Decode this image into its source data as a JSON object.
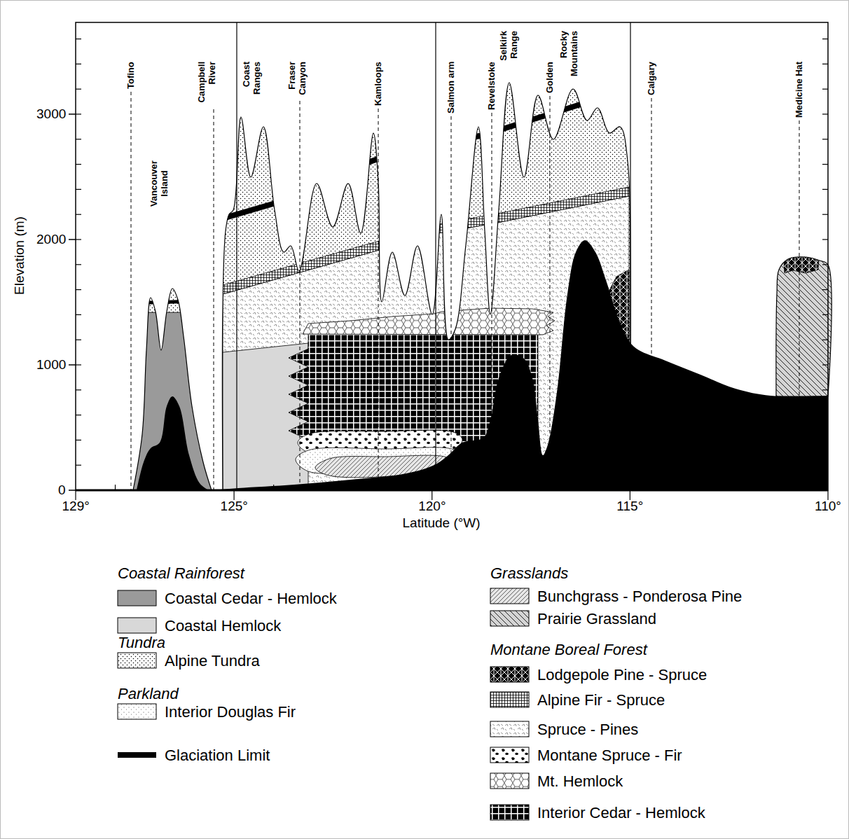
{
  "diagram": {
    "labels": [
      "Elevation (m)",
      "0",
      "1000",
      "2000",
      "3000",
      "129°",
      "125°",
      "120°",
      "115°",
      "110°",
      "Latitude (°W)",
      "Tofino",
      "Campbell River",
      "Coast Ranges",
      "Fraser Canyon",
      "Kamloops",
      "Salmon arm",
      "Revelstoke",
      "Selkirk Range",
      "Golden",
      "Rocky Mountains",
      "Calgary",
      "Medicine Hat",
      "Vancouver Island",
      "Coastal Rainforest",
      "Tundra",
      "Parkland",
      "Grasslands",
      "Montane Boreal Forest"
    ],
    "legend": [
      {
        "text": "Coastal Cedar - Hemlock",
        "color": "#9a9a9a"
      },
      {
        "text": "Coastal Hemlock",
        "color": "#d8d8d8"
      },
      {
        "text": "Alpine Tundra"
      },
      {
        "text": "Interior Douglas Fir"
      },
      {
        "text": "Glaciation Limit"
      },
      {
        "text": "Bunchgrass - Ponderosa Pine"
      },
      {
        "text": "Prairie Grassland"
      },
      {
        "text": "Lodgepole Pine - Spruce"
      },
      {
        "text": "Alpine Fir - Spruce"
      },
      {
        "text": "Spruce - Pines"
      },
      {
        "text": "Montane Spruce - Fir"
      },
      {
        "text": "Mt. Hemlock"
      },
      {
        "text": "Interior Cedar - Hemlock"
      }
    ]
  }
}
